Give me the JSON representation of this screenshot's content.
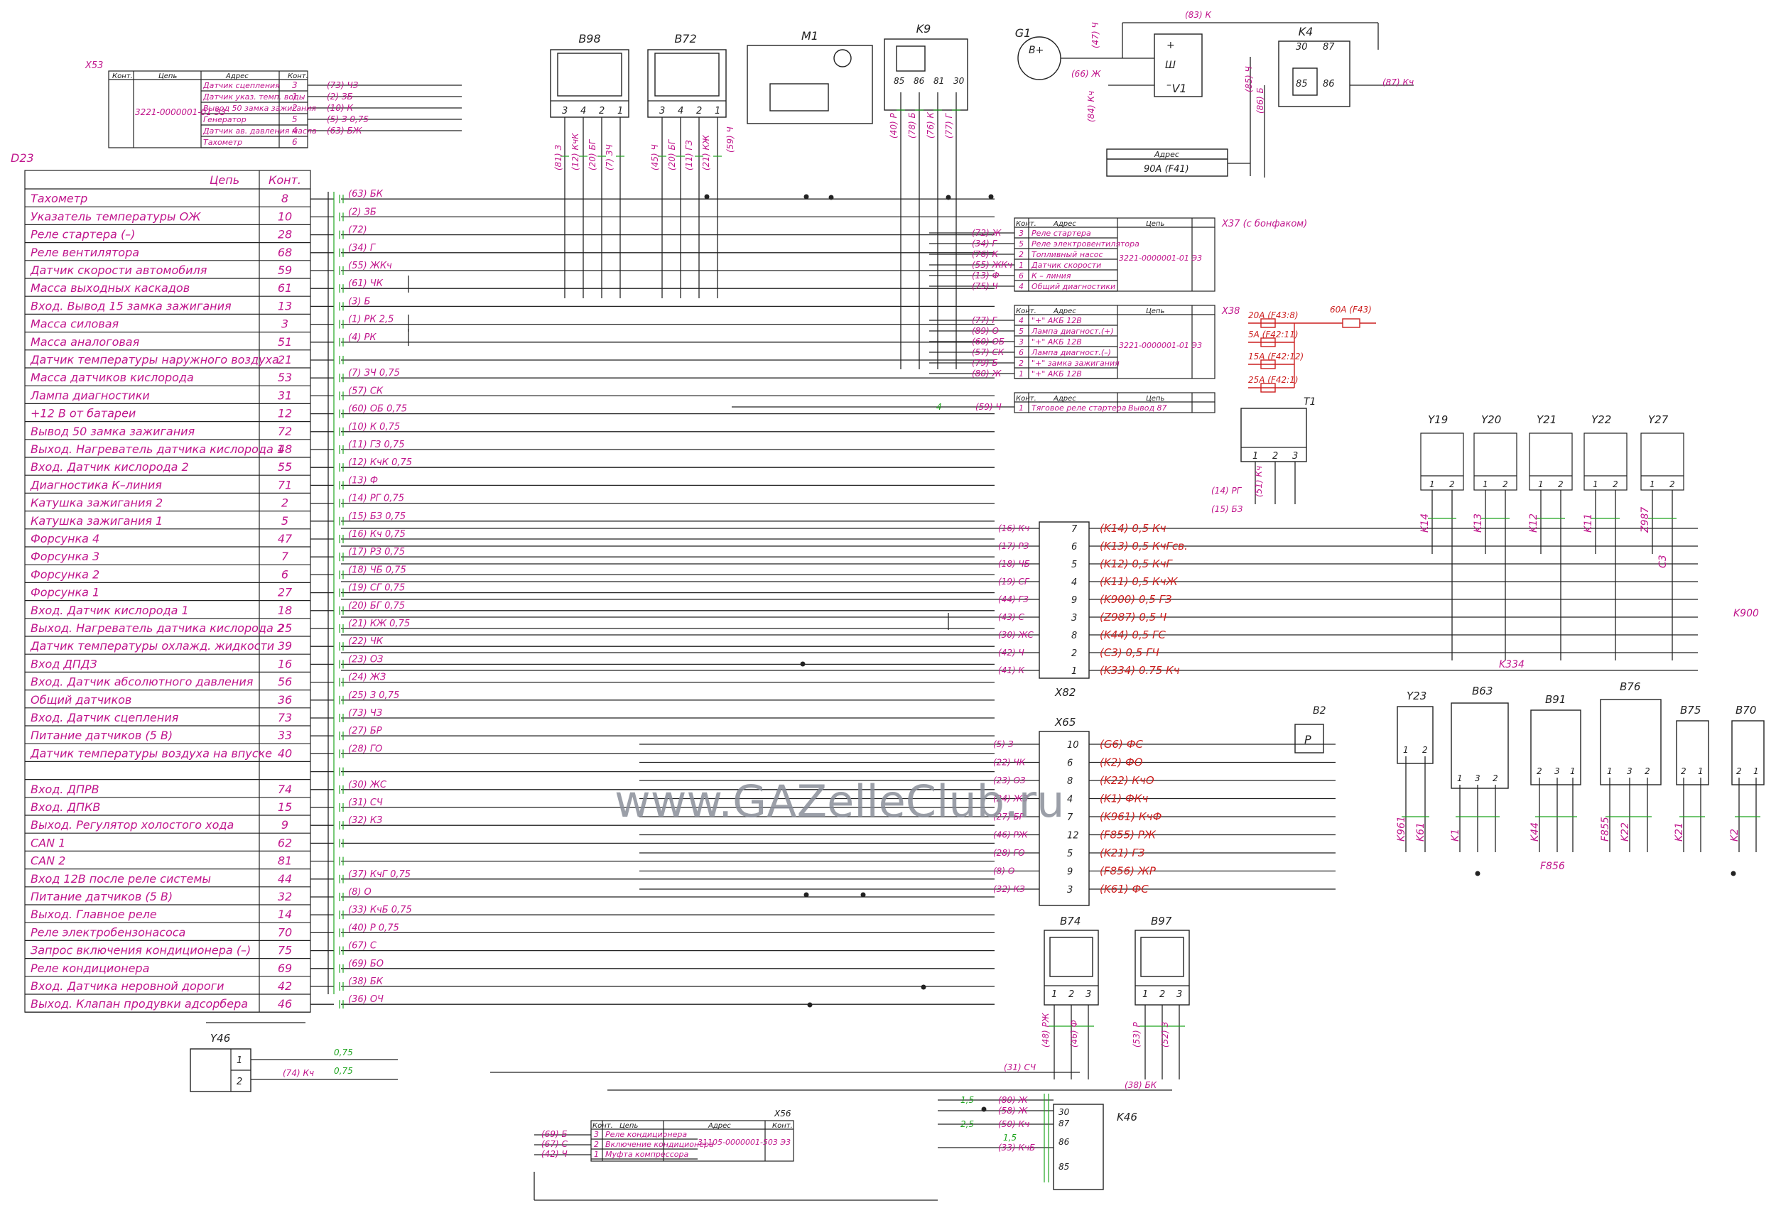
{
  "watermark": "www.GAZelleClub.ru",
  "d23": {
    "id": "D23",
    "header_circuit": "Цепь",
    "header_contact": "Конт.",
    "rows": [
      {
        "name": "Тахометр",
        "pin": "8",
        "wire": "(63) БК"
      },
      {
        "name": "Указатель температуры ОЖ",
        "pin": "10",
        "wire": "(2) ЗБ"
      },
      {
        "name": "Реле стартера (–)",
        "pin": "28",
        "wire": "(72)"
      },
      {
        "name": "Реле вентилятора",
        "pin": "68",
        "wire": "(34) Г"
      },
      {
        "name": "Датчик скорости автомобиля",
        "pin": "59",
        "wire": "(55) ЖКч"
      },
      {
        "name": "Масса выходных каскадов",
        "pin": "61",
        "wire": "(61) ЧК"
      },
      {
        "name": "Вход. Вывод 15 замка зажигания",
        "pin": "13",
        "wire": "(3) Б"
      },
      {
        "name": "Масса силовая",
        "pin": "3",
        "wire": "(1) РК 2,5"
      },
      {
        "name": "Масса аналоговая",
        "pin": "51",
        "wire": "(4) РК"
      },
      {
        "name": "Датчик температуры наружного воздуха",
        "pin": "21",
        "wire": ""
      },
      {
        "name": "Масса датчиков кислорода",
        "pin": "53",
        "wire": "(7) ЗЧ 0,75"
      },
      {
        "name": "Лампа диагностики",
        "pin": "31",
        "wire": "(57) СК"
      },
      {
        "name": "+12 В от батареи",
        "pin": "12",
        "wire": "(60) ОБ 0,75"
      },
      {
        "name": "Вывод 50 замка зажигания",
        "pin": "72",
        "wire": "(10) К 0,75"
      },
      {
        "name": "Выход. Нагреватель датчика кислорода 1",
        "pin": "48",
        "wire": "(11) ГЗ 0,75"
      },
      {
        "name": "Вход. Датчик кислорода 2",
        "pin": "55",
        "wire": "(12) КчК 0,75"
      },
      {
        "name": "Диагностика К–линия",
        "pin": "71",
        "wire": "(13) Ф"
      },
      {
        "name": "Катушка зажигания 2",
        "pin": "2",
        "wire": "(14) РГ 0,75"
      },
      {
        "name": "Катушка зажигания 1",
        "pin": "5",
        "wire": "(15) БЗ 0,75"
      },
      {
        "name": "Форсунка 4",
        "pin": "47",
        "wire": "(16) Кч 0,75"
      },
      {
        "name": "Форсунка 3",
        "pin": "7",
        "wire": "(17) РЗ 0,75"
      },
      {
        "name": "Форсунка 2",
        "pin": "6",
        "wire": "(18) ЧБ 0,75"
      },
      {
        "name": "Форсунка 1",
        "pin": "27",
        "wire": "(19) СГ 0,75"
      },
      {
        "name": "Вход. Датчик кислорода 1",
        "pin": "18",
        "wire": "(20) БГ 0,75"
      },
      {
        "name": "Выход. Нагреватель датчика кислорода 2",
        "pin": "25",
        "wire": "(21) КЖ 0,75"
      },
      {
        "name": "Датчик температуры охлажд. жидкости",
        "pin": "39",
        "wire": "(22) ЧК"
      },
      {
        "name": "Вход ДПДЗ",
        "pin": "16",
        "wire": "(23) ОЗ"
      },
      {
        "name": "Вход. Датчик абсолютного давления",
        "pin": "56",
        "wire": "(24) ЖЗ"
      },
      {
        "name": "Общий датчиков",
        "pin": "36",
        "wire": "(25) З 0,75"
      },
      {
        "name": "Вход. Датчик сцепления",
        "pin": "73",
        "wire": "(73) ЧЗ"
      },
      {
        "name": "Питание датчиков (5 В)",
        "pin": "33",
        "wire": "(27) БР"
      },
      {
        "name": "Датчик температуры воздуха на впуске",
        "pin": "40",
        "wire": "(28) ГО"
      },
      {
        "name": "",
        "pin": "",
        "wire": ""
      },
      {
        "name": "Вход. ДПРВ",
        "pin": "74",
        "wire": "(30) ЖС"
      },
      {
        "name": "Вход. ДПКВ",
        "pin": "15",
        "wire": "(31) СЧ"
      },
      {
        "name": "Выход. Регулятор холостого хода",
        "pin": "9",
        "wire": "(32) КЗ"
      },
      {
        "name": "CAN 1",
        "pin": "62",
        "wire": ""
      },
      {
        "name": "CAN 2",
        "pin": "81",
        "wire": ""
      },
      {
        "name": "Вход 12В после реле системы",
        "pin": "44",
        "wire": "(37) КчГ 0,75"
      },
      {
        "name": "Питание датчиков (5 В)",
        "pin": "32",
        "wire": "(8) О"
      },
      {
        "name": "Выход. Главное реле",
        "pin": "14",
        "wire": "(33) КчБ 0,75"
      },
      {
        "name": "Реле электробензонасоса",
        "pin": "70",
        "wire": "(40) Р 0,75"
      },
      {
        "name": "Запрос включения кондиционера (–)",
        "pin": "75",
        "wire": "(67) С"
      },
      {
        "name": "Реле кондиционера",
        "pin": "69",
        "wire": "(69) БО"
      },
      {
        "name": "Вход. Датчика неровной дороги",
        "pin": "42",
        "wire": "(38) БК"
      },
      {
        "name": "Выход. Клапан продувки адсорбера",
        "pin": "46",
        "wire": "(36) ОЧ"
      }
    ]
  },
  "x53": {
    "id": "X53",
    "headers": [
      "Конт.",
      "Цепь",
      "Адрес",
      "Конт."
    ],
    "part": "3221-0000001-01 Э3",
    "rows": [
      {
        "addr": "Датчик сцепления",
        "pin": "3",
        "wire": "(73) ЧЗ"
      },
      {
        "addr": "Датчик указ. темп. воды",
        "pin": "1",
        "wire": "(2) ЗБ"
      },
      {
        "addr": "Вывод 50 замка зажигания",
        "pin": "2",
        "wire": "(10) К"
      },
      {
        "addr": "Генератор",
        "pin": "5",
        "wire": "(5) З 0,75"
      },
      {
        "addr": "Датчик ав. давления масла",
        "pin": "4",
        "wire": "(63) БЖ"
      },
      {
        "addr": "Тахометр",
        "pin": "6",
        "wire": ""
      }
    ]
  },
  "x37": {
    "id": "X37 (с бонфаком)",
    "headers": [
      "Конт.",
      "Адрес",
      "Цепь"
    ],
    "part": "3221-0000001-01 Э3",
    "rows": [
      {
        "pin": "3",
        "addr": "Реле стартера",
        "wire": "(72) Ж"
      },
      {
        "pin": "5",
        "addr": "Реле электровентилятора",
        "wire": "(34) Г"
      },
      {
        "pin": "2",
        "addr": "Топливный насос",
        "wire": "(76) К"
      },
      {
        "pin": "1",
        "addr": "Датчик скорости",
        "wire": "(55) ЖКч"
      },
      {
        "pin": "6",
        "addr": "К – линия",
        "wire": "(13) Ф"
      },
      {
        "pin": "4",
        "addr": "Общий диагностики",
        "wire": "(75) Ч"
      }
    ]
  },
  "x38": {
    "id": "X38",
    "headers": [
      "Конт.",
      "Адрес",
      "Цепь"
    ],
    "part": "3221-0000001-01 Э3",
    "rows": [
      {
        "pin": "4",
        "addr": "\"+\" АКБ 12В",
        "wire": "(77) Г"
      },
      {
        "pin": "5",
        "addr": "Лампа диагност.(+)",
        "wire": "(89) О"
      },
      {
        "pin": "3",
        "addr": "\"+\" АКБ 12В",
        "wire": "(60) ОБ"
      },
      {
        "pin": "6",
        "addr": "Лампа диагност.(–)",
        "wire": "(57) СК"
      },
      {
        "pin": "2",
        "addr": "\"+\" замка зажигания",
        "wire": "(79) Б"
      },
      {
        "pin": "1",
        "addr": "\"+\" АКБ 12В",
        "wire": "(80) Ж"
      }
    ]
  },
  "x_starter": {
    "headers": [
      "Конт.",
      "Адрес",
      "Цепь"
    ],
    "row": {
      "pin": "1",
      "addr": "Тяговое реле стартера",
      "circuit": "Вывод 87"
    },
    "wire": "(59) Ч",
    "gauge": "4"
  },
  "fuses": {
    "items": [
      "20А (F43:8)",
      "5А (F42:11)",
      "15А (F42:12)",
      "25А (F42:1)"
    ],
    "main": "60А (F43)"
  },
  "components_top": [
    "B98",
    "B72",
    "M1",
    "K9",
    "G1",
    "K4",
    "V1"
  ],
  "g1_labels": [
    "B+",
    "Ш"
  ],
  "k4_pins": [
    "30",
    "87",
    "85",
    "86"
  ],
  "k9_pins": [
    "85",
    "86",
    "81",
    "30"
  ],
  "v1_pins": [
    "+",
    "Ш",
    "–"
  ],
  "addr_box": {
    "header": "Адрес",
    "value": "90А (F41)"
  },
  "b98_pins": [
    "3",
    "4",
    "2",
    "1"
  ],
  "b72_pins": [
    "3",
    "4",
    "2",
    "1"
  ],
  "top_wires": {
    "b98": [
      "(81) З",
      "(12) КчК",
      "(20) БГ",
      "(7) ЗЧ"
    ],
    "b72": [
      "(45) Ч",
      "(20) БГ",
      "(11) ГЗ",
      "(21) КЖ"
    ],
    "m1": [
      "(59) Ч"
    ],
    "k9": [
      "(40) Р",
      "(78) Б",
      "(76) К",
      "(77) Г"
    ],
    "g1": [
      "(47) Ч",
      "(66) Ж"
    ],
    "k4": [
      "(83) К",
      "(84) Кч",
      "(85) Ч",
      "(86) Б",
      "(87) Кч"
    ]
  },
  "t1": {
    "id": "T1",
    "pins": [
      "1",
      "2",
      "3"
    ],
    "wires": [
      "(14) РГ",
      "(15) БЗ",
      "(51) Кч"
    ]
  },
  "injectors": [
    {
      "id": "Y19",
      "wire": "K14"
    },
    {
      "id": "Y20",
      "wire": "K13"
    },
    {
      "id": "Y21",
      "wire": "K12"
    },
    {
      "id": "Y22",
      "wire": "K11"
    },
    {
      "id": "Y27",
      "wire": "Z987"
    }
  ],
  "y27_extra": "C3",
  "x82": {
    "id": "X82",
    "rows": [
      {
        "wire": "(16) Кч",
        "pin": "7",
        "label": "(K14) 0,5 Кч"
      },
      {
        "wire": "(17) РЗ",
        "pin": "6",
        "label": "(K13) 0,5 КчГсв."
      },
      {
        "wire": "(18) ЧБ",
        "pin": "5",
        "label": "(K12) 0,5 КчГ"
      },
      {
        "wire": "(19) СГ",
        "pin": "4",
        "label": "(K11) 0,5 КчЖ"
      },
      {
        "wire": "(44) ГЗ",
        "pin": "9",
        "label": "(K900) 0,5 ГЗ"
      },
      {
        "wire": "(43) С",
        "pin": "3",
        "label": "(Z987) 0,5 Ч"
      },
      {
        "wire": "(30) ЖС",
        "pin": "8",
        "label": "(K44) 0,5 ГС"
      },
      {
        "wire": "(42) Ч",
        "pin": "2",
        "label": "(C3) 0,5 ГЧ"
      },
      {
        "wire": "(41) К",
        "pin": "1",
        "label": "(K334) 0.75 Кч"
      }
    ]
  },
  "x65": {
    "id": "X65",
    "rows": [
      {
        "wire": "(5) З",
        "pin": "10",
        "label": "(G6) ФС"
      },
      {
        "wire": "(22) ЧК",
        "pin": "6",
        "label": "(K2) ФО"
      },
      {
        "wire": "(23) ОЗ",
        "pin": "8",
        "label": "(K22) КчО"
      },
      {
        "wire": "(24) ЖЗ",
        "pin": "4",
        "label": "(K1) ФКч"
      },
      {
        "wire": "(27) БР",
        "pin": "7",
        "label": "(K961) КчФ"
      },
      {
        "wire": "(46) РЖ",
        "pin": "12",
        "label": "(F855) РЖ"
      },
      {
        "wire": "(28) ГО",
        "pin": "5",
        "label": "(K21) ГЗ"
      },
      {
        "wire": "(8) О",
        "pin": "9",
        "label": "(F856) ЖР"
      },
      {
        "wire": "(32) КЗ",
        "pin": "3",
        "label": "(K61) ФС"
      }
    ]
  },
  "labels_misc": {
    "k900": "K900",
    "k334": "K334",
    "f856": "F856",
    "b2": "B2",
    "b2_symbol": "P"
  },
  "sensors_right": [
    {
      "id": "Y23",
      "pins": [
        "1",
        "2"
      ],
      "wires": [
        "K961",
        "K61"
      ]
    },
    {
      "id": "B63",
      "pins": [
        "1",
        "3",
        "2"
      ],
      "wires": [
        "K1"
      ]
    },
    {
      "id": "B91",
      "pins": [
        "2",
        "3",
        "1"
      ],
      "wires": [
        "K44"
      ]
    },
    {
      "id": "B76",
      "pins": [
        "1",
        "3",
        "2"
      ],
      "wires": [
        "F855",
        "K22"
      ]
    },
    {
      "id": "B75",
      "pins": [
        "2",
        "1"
      ],
      "wires": [
        "K21"
      ]
    },
    {
      "id": "B70",
      "pins": [
        "2",
        "1"
      ],
      "wires": [
        "K2"
      ]
    }
  ],
  "b74": {
    "id": "B74",
    "pins": [
      "1",
      "2",
      "3"
    ],
    "wires": [
      "(48) РЖ",
      "(46) Ф"
    ]
  },
  "b97": {
    "id": "B97",
    "pins": [
      "1",
      "2",
      "3"
    ],
    "wires": [
      "(53) Р",
      "(52) З"
    ]
  },
  "bottom_wires": [
    "(31) СЧ",
    "(38) БК"
  ],
  "y46": {
    "id": "Y46",
    "pins": [
      "1",
      "2"
    ],
    "wire": "(74) Кч",
    "gauge": "0,75"
  },
  "x56": {
    "id": "X56",
    "headers": [
      "Конт.",
      "Цепь",
      "Адрес",
      "Конт."
    ],
    "part": "31105-0000001-503 Э3",
    "rows": [
      {
        "pin": "3",
        "name": "Реле кондиционера",
        "wire": "(69) Б"
      },
      {
        "pin": "2",
        "name": "Включение кондиционера",
        "wire": "(67) С"
      },
      {
        "pin": "1",
        "name": "Муфта компрессора",
        "wire": "(42) Ч"
      }
    ]
  },
  "k46": {
    "id": "K46",
    "pins": [
      "30",
      "87",
      "86",
      "85"
    ],
    "wires": [
      "(80) Ж",
      "(58) Ж",
      "(50) Кч",
      "(33) КчБ"
    ],
    "gauges": [
      "1,5",
      "2,5",
      "1,5"
    ]
  }
}
